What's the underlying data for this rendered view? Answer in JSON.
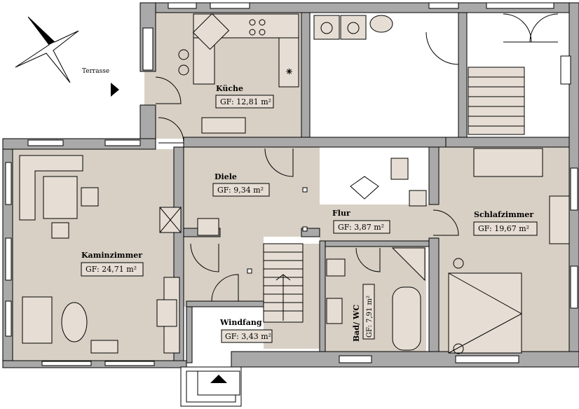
{
  "plan": {
    "terrace_label": "Terrasse",
    "rooms": [
      {
        "id": "kueche",
        "name": "Küche",
        "area": "GF: 12,81 m²"
      },
      {
        "id": "diele",
        "name": "Diele",
        "area": "GF: 9,34 m²"
      },
      {
        "id": "flur",
        "name": "Flur",
        "area": "GF: 3,87 m²"
      },
      {
        "id": "schlafzimmer",
        "name": "Schlafzimmer",
        "area": "GF: 19,67 m²"
      },
      {
        "id": "kaminzimmer",
        "name": "Kaminzimmer",
        "area": "GF: 24,71 m²"
      },
      {
        "id": "windfang",
        "name": "Windfang",
        "area": "GF: 3,43 m²"
      },
      {
        "id": "bad",
        "name": "Bad/ WC",
        "area": "GF: 7,91 m²"
      }
    ]
  },
  "colors": {
    "room_fill": "#d8d0c5",
    "wall_fill": "#a9a9a9",
    "line": "#000000"
  }
}
